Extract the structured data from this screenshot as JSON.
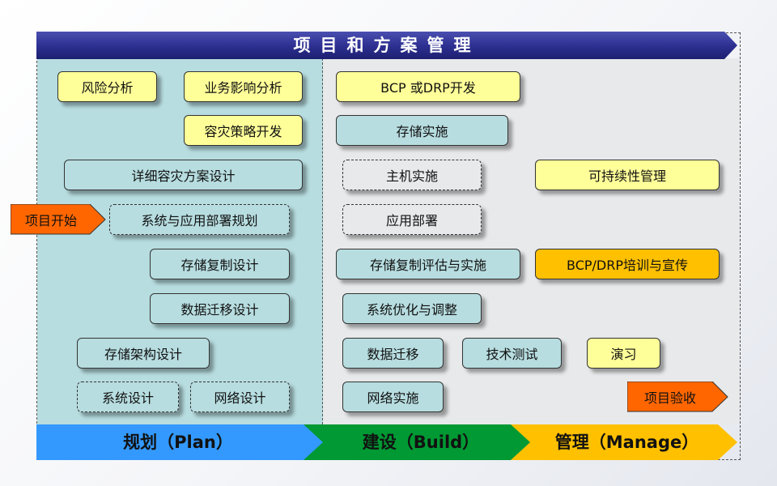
{
  "title": "项目和方案管理",
  "left_boxes": [
    {
      "id": "risk",
      "label": "风险分析"
    },
    {
      "id": "bia",
      "label": "业务影响分析"
    },
    {
      "id": "strategy",
      "label": "容灾策略开发"
    },
    {
      "id": "detail",
      "label": "详细容灾方案设计"
    },
    {
      "id": "deploy_plan",
      "label": "系统与应用部署规划"
    },
    {
      "id": "rep_design",
      "label": "存储复制设计"
    },
    {
      "id": "mig_design",
      "label": "数据迁移设计"
    },
    {
      "id": "arch_design",
      "label": "存储架构设计"
    },
    {
      "id": "sys_design",
      "label": "系统设计"
    },
    {
      "id": "net_design",
      "label": "网络设计"
    }
  ],
  "right_boxes": [
    {
      "id": "bcp_dev",
      "label": "BCP 或DRP开发"
    },
    {
      "id": "storage_impl",
      "label": "存储实施"
    },
    {
      "id": "host_impl",
      "label": "主机实施"
    },
    {
      "id": "sustain",
      "label": "可持续性管理"
    },
    {
      "id": "app_deploy",
      "label": "应用部署"
    },
    {
      "id": "rep_impl",
      "label": "存储复制评估与实施"
    },
    {
      "id": "training",
      "label": "BCP/DRP培训与宣传"
    },
    {
      "id": "optimize",
      "label": "系统优化与调整"
    },
    {
      "id": "migrate",
      "label": "数据迁移"
    },
    {
      "id": "test",
      "label": "技术测试"
    },
    {
      "id": "drill",
      "label": "演习"
    },
    {
      "id": "net_impl",
      "label": "网络实施"
    }
  ],
  "start_marker": "项目开始",
  "end_marker": "项目验收",
  "phases": [
    {
      "label": "规划（Plan）",
      "color": "#3399ff"
    },
    {
      "label": "建设（Build）",
      "color": "#009933"
    },
    {
      "label": "管理（Manage）",
      "color": "#ffc000"
    }
  ],
  "colors": {
    "title_bar": "#2e3192",
    "arrow_tag": "#ff6600",
    "yellow_box": "#ffff99",
    "teal_box": "#b7dde0",
    "orange_box": "#ffc000"
  }
}
